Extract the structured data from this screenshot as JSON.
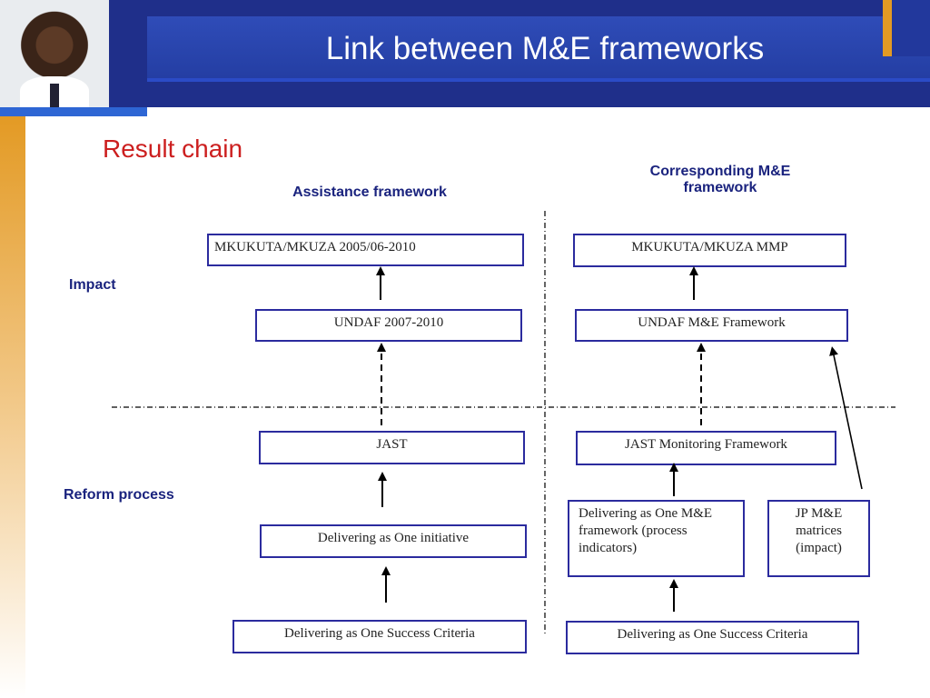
{
  "slide": {
    "title": "Link between M&E frameworks",
    "subtitle": "Result chain"
  },
  "headings": {
    "assistance": "Assistance framework",
    "corresponding": "Corresponding M&E framework"
  },
  "side_labels": {
    "impact": "Impact",
    "reform": "Reform process"
  },
  "left_boxes": {
    "mkukuta": "MKUKUTA/MKUZA 2005/06-2010",
    "undaf": "UNDAF 2007-2010",
    "jast": "JAST",
    "dao_initiative": "Delivering as One initiative",
    "dao_success": "Delivering as One Success Criteria"
  },
  "right_boxes": {
    "mkukuta_mmp": "MKUKUTA/MKUZA MMP",
    "undaf_me": "UNDAF M&E Framework",
    "jast_monitoring": "JAST Monitoring Framework",
    "dao_me": "Delivering as One M&E framework (process indicators)",
    "jp_me": "JP M&E matrices (impact)",
    "dao_success": "Delivering as One Success Criteria"
  },
  "colors": {
    "header_navy": "#1f2f8a",
    "title_text": "#ffffff",
    "subtitle_red": "#cc1f1f",
    "label_navy": "#1a237e",
    "box_border": "#2b2b9e",
    "accent_orange": "#e39a24"
  }
}
